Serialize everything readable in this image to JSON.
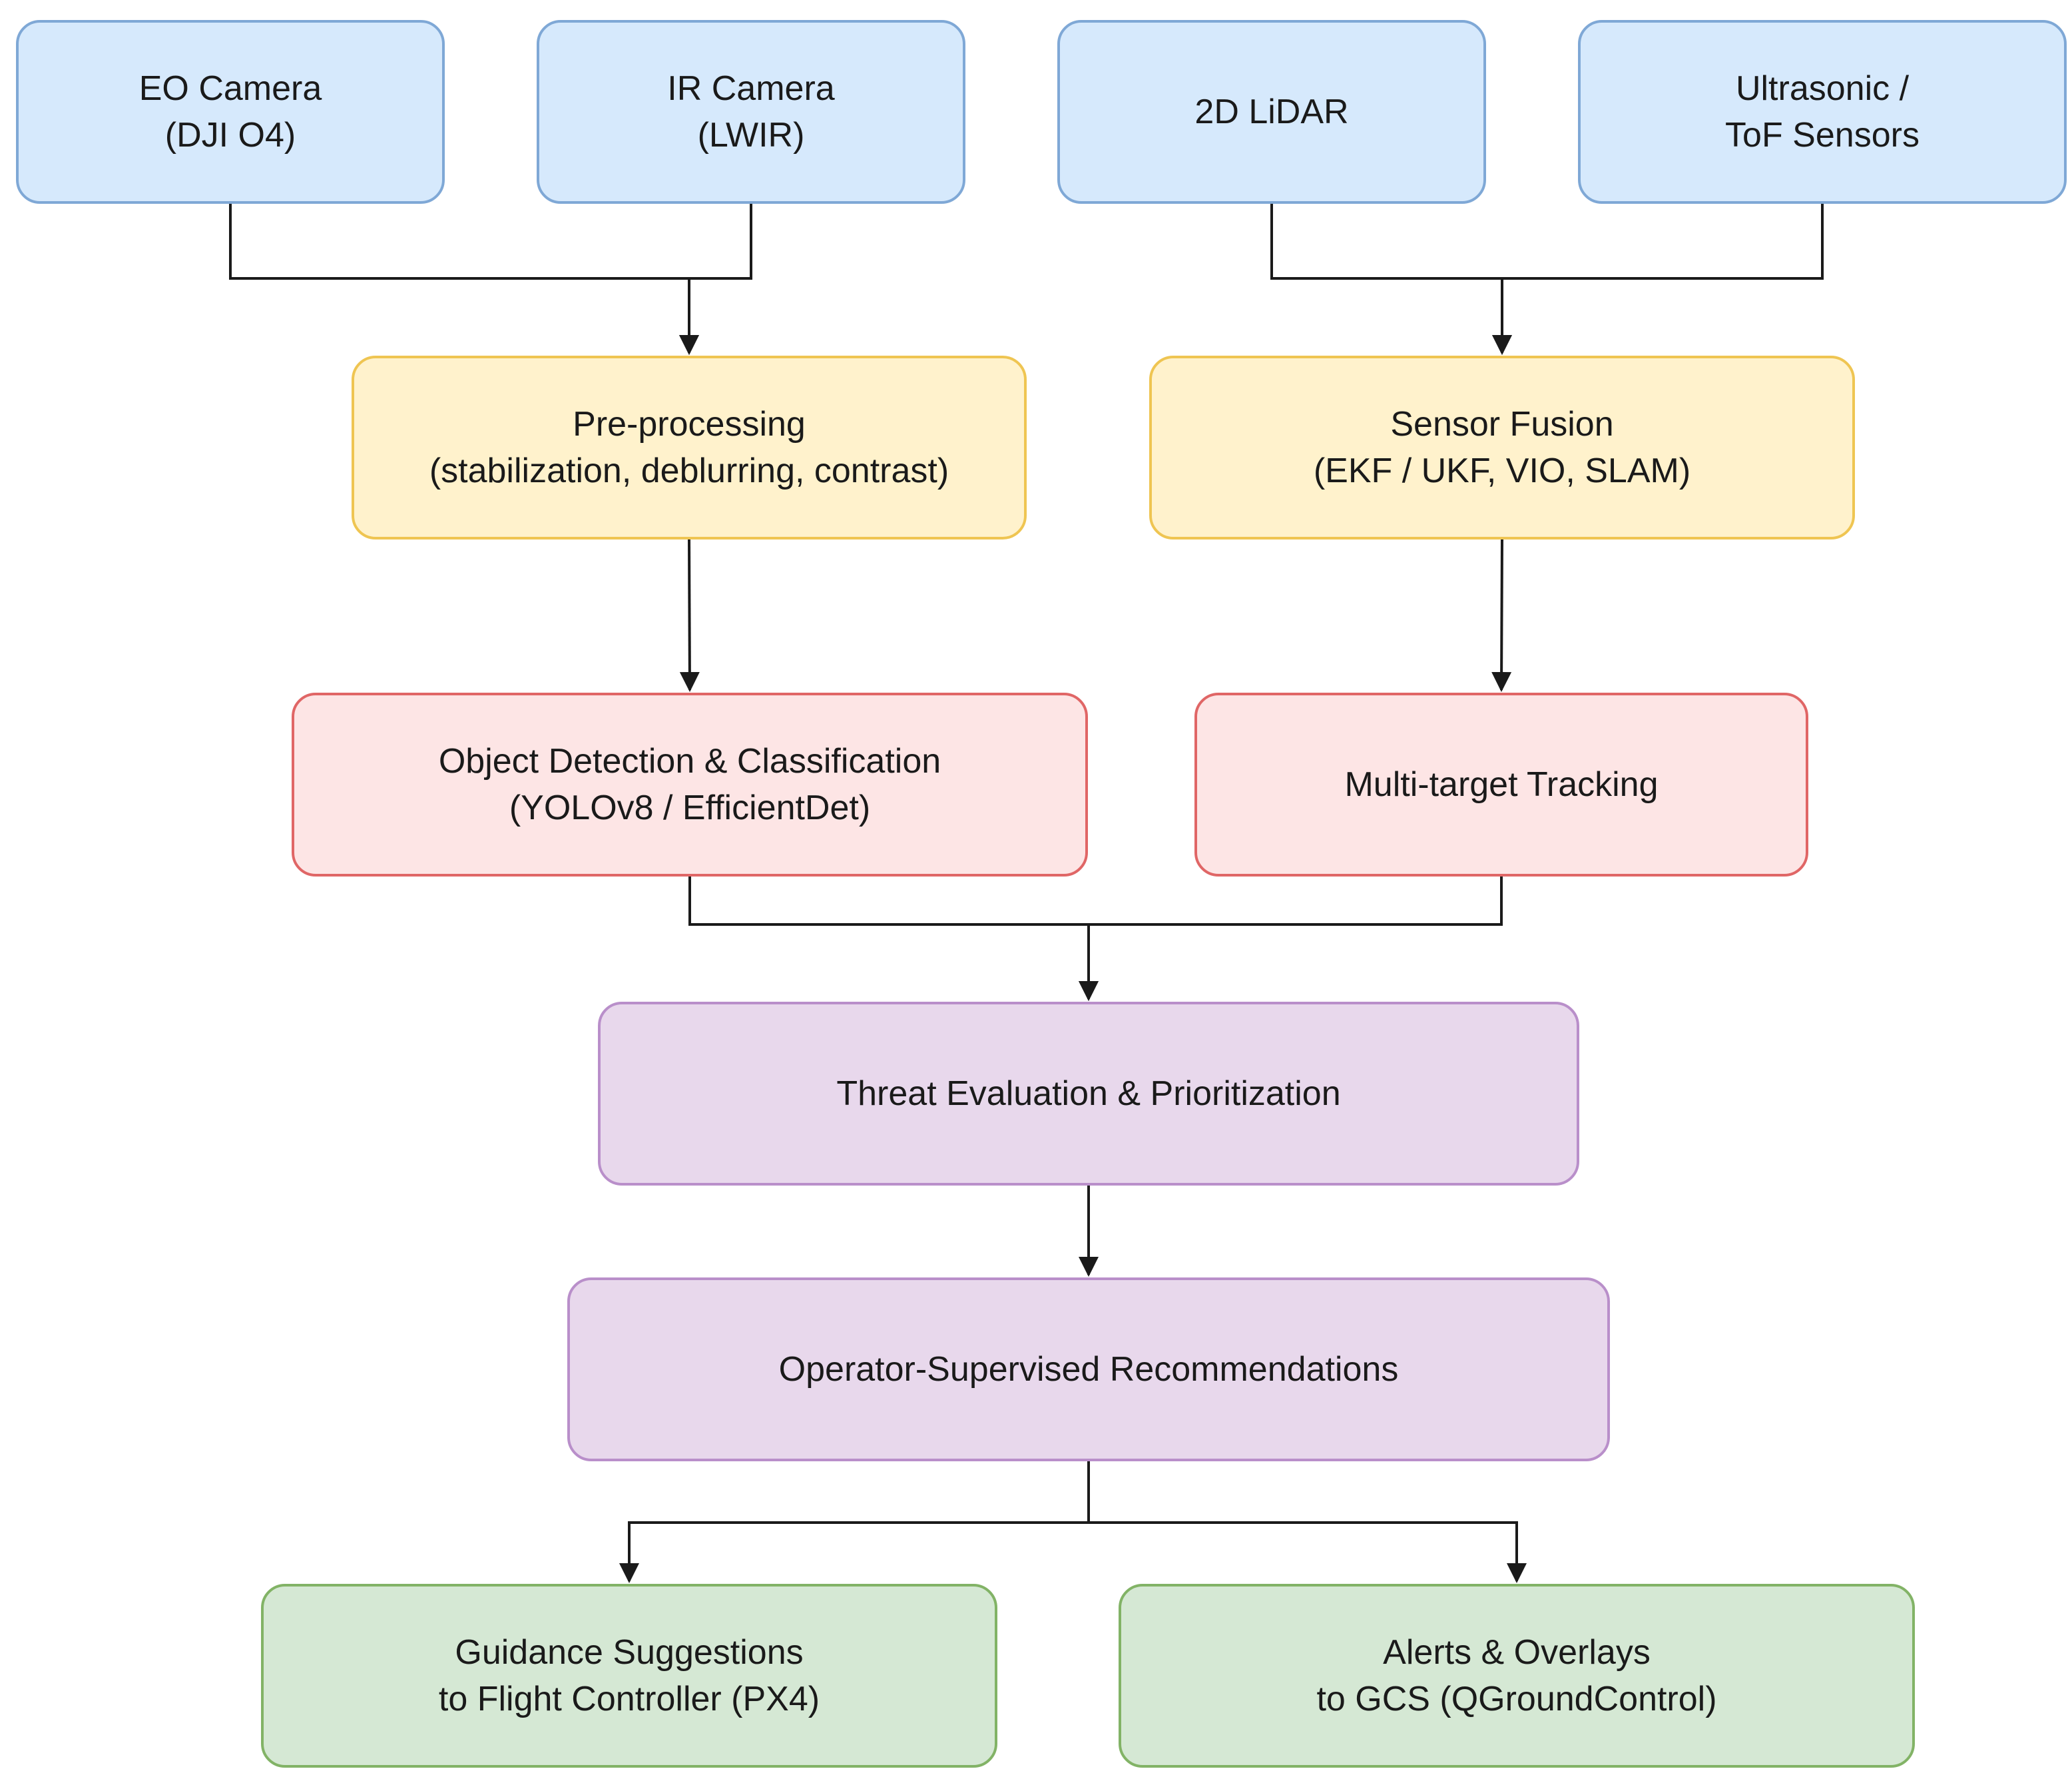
{
  "nodes": {
    "eo_camera": {
      "lines": [
        "EO Camera",
        "(DJI O4)"
      ]
    },
    "ir_camera": {
      "lines": [
        "IR Camera",
        "(LWIR)"
      ]
    },
    "lidar": {
      "lines": [
        "2D LiDAR",
        ""
      ]
    },
    "ultrasonic": {
      "lines": [
        "Ultrasonic /",
        "ToF Sensors"
      ]
    },
    "preprocessing": {
      "lines": [
        "Pre-processing",
        "(stabilization, deblurring, contrast)"
      ]
    },
    "sensor_fusion": {
      "lines": [
        "Sensor Fusion",
        "(EKF / UKF, VIO, SLAM)"
      ]
    },
    "detection": {
      "lines": [
        "Object Detection & Classification",
        "(YOLOv8 / EfficientDet)"
      ]
    },
    "tracking": {
      "lines": [
        "Multi-target Tracking",
        ""
      ]
    },
    "threat": {
      "lines": [
        "Threat Evaluation & Prioritization",
        ""
      ]
    },
    "operator": {
      "lines": [
        "Operator-Supervised Recommendations",
        ""
      ]
    },
    "guidance": {
      "lines": [
        "Guidance Suggestions",
        "to Flight Controller (PX4)"
      ]
    },
    "alerts": {
      "lines": [
        "Alerts & Overlays",
        "to GCS (QGroundControl)"
      ]
    }
  },
  "edges": [
    {
      "from": "eo_camera",
      "to": "preprocessing"
    },
    {
      "from": "ir_camera",
      "to": "preprocessing"
    },
    {
      "from": "lidar",
      "to": "sensor_fusion"
    },
    {
      "from": "ultrasonic",
      "to": "sensor_fusion"
    },
    {
      "from": "preprocessing",
      "to": "detection"
    },
    {
      "from": "sensor_fusion",
      "to": "tracking"
    },
    {
      "from": "detection",
      "to": "threat"
    },
    {
      "from": "tracking",
      "to": "threat"
    },
    {
      "from": "threat",
      "to": "operator"
    },
    {
      "from": "operator",
      "to": "guidance"
    },
    {
      "from": "operator",
      "to": "alerts"
    }
  ],
  "colors": {
    "sensor_fill": "#d6e9fc",
    "sensor_border": "#7fa8d6",
    "processing_fill": "#fff2cc",
    "processing_border": "#efc552",
    "perception_fill": "#fde5e5",
    "perception_border": "#e06666",
    "decision_fill": "#e8d8ec",
    "decision_border": "#b98fca",
    "output_fill": "#d5e8d4",
    "output_border": "#82b366",
    "connector": "#1a1a1a"
  }
}
